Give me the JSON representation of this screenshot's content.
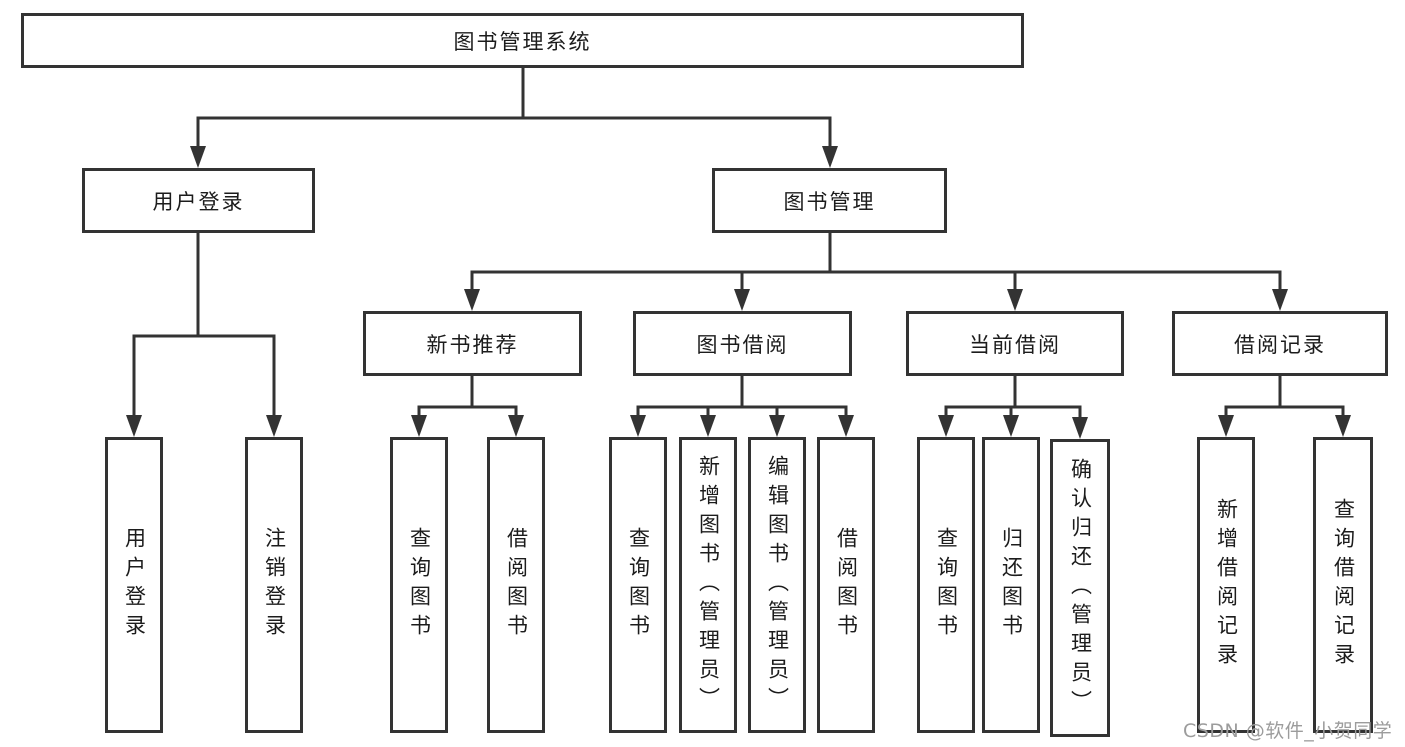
{
  "diagram": {
    "root": "图书管理系统",
    "level2": [
      {
        "label": "用户登录",
        "children": [
          "用户登录",
          "注销登录"
        ]
      },
      {
        "label": "图书管理",
        "children": [
          {
            "label": "新书推荐",
            "children": [
              "查询图书",
              "借阅图书"
            ]
          },
          {
            "label": "图书借阅",
            "children": [
              "查询图书",
              "新增图书（管理员）",
              "编辑图书（管理员）",
              "借阅图书"
            ]
          },
          {
            "label": "当前借阅",
            "children": [
              "查询图书",
              "归还图书",
              "确认归还（管理员）"
            ]
          },
          {
            "label": "借阅记录",
            "children": [
              "新增借阅记录",
              "查询借阅记录"
            ]
          }
        ]
      }
    ]
  },
  "colors": {
    "line": "#333333",
    "box_fill": "#ffffff",
    "text": "#1c1c1c",
    "watermark": "#9c9c9c"
  },
  "watermark": "CSDN @软件_小贺同学"
}
